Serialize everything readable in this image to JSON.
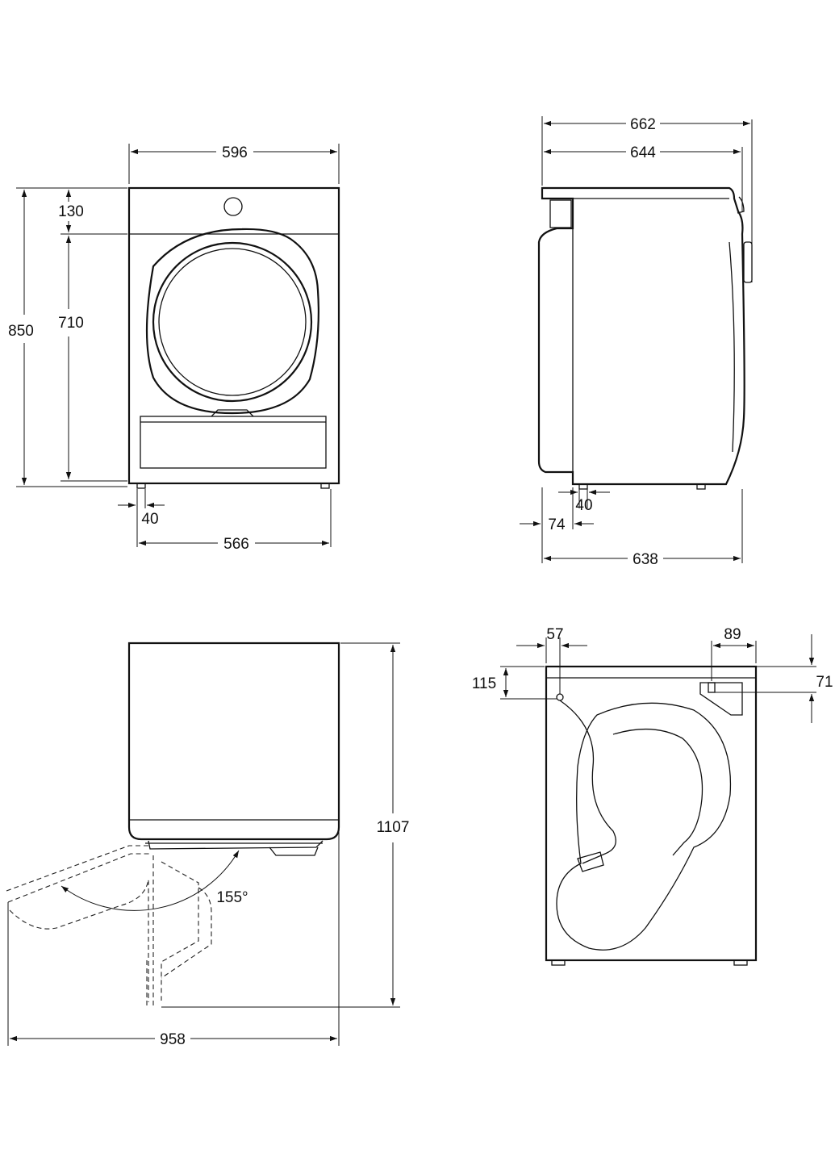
{
  "front_view": {
    "width": "596",
    "height_total": "850",
    "height_top": "130",
    "height_door": "710",
    "foot_inset": "40",
    "foot_span": "566"
  },
  "side_view": {
    "depth_total": "662",
    "depth_body": "644",
    "depth_base": "638",
    "foot_offset": "74",
    "foot_width": "40"
  },
  "door_open_view": {
    "angle": "155°",
    "depth_open": "958",
    "height_open": "1107"
  },
  "rear_view": {
    "cable_offset": "57",
    "cable_height": "115",
    "outlet_offset": "89",
    "outlet_height": "71"
  }
}
